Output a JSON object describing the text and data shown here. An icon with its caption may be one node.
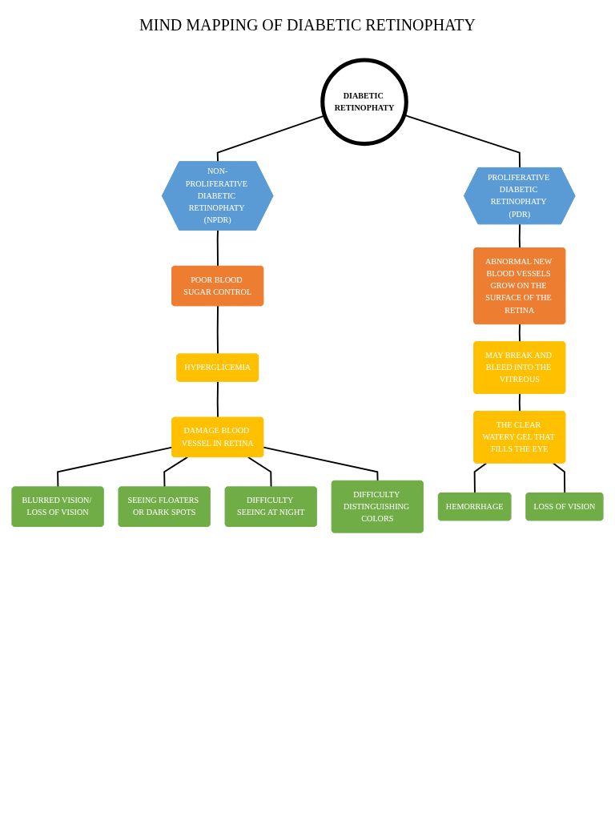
{
  "diagram": {
    "title": "MIND MAPPING OF DIABETIC RETINOPHATY",
    "nodes": [
      {
        "text": [
          "NON-PROLIFERATIVE DIABETIC RETINOPHATY (NPDR)"
        ]
      },
      {
        "text": [
          "DIABETIC RETINOPHATY"
        ]
      },
      {
        "text": [
          "PROLIFERATIVE DIABETIC RETINOPHATY (PDR)"
        ]
      },
      {
        "text": [
          "POOR BLOOD SUGAR CONTROL"
        ]
      },
      {
        "text": [
          "HYPERGLICEMIA"
        ]
      },
      {
        "text": [
          "DAMAGE BLOOD VESSEL IN RETINA"
        ]
      },
      {
        "text": [
          "BLURRED VISION/ LOSS OF VISION"
        ]
      },
      {
        "text": [
          "SEEING FLOATERS OR DARK SPOTS"
        ]
      },
      {
        "text": [
          "DIFFICULTY SEEING AT NIGHT"
        ]
      },
      {
        "text": [
          "DIFFICULTY DISTINGUISHING COLORS"
        ]
      },
      {
        "text": [
          "ABNORMAL NEW BLOOD VESSELS GROW ON THE SURFACE OF THE RETINA"
        ]
      },
      {
        "text": [
          "MAY BREAK AND BLEED INTO THE VITREOUS"
        ]
      },
      {
        "text": [
          "THE CLEAR WATERY GEL THAT FILLS THE EYE"
        ]
      },
      {
        "text": [
          "HEMORRHAGE"
        ]
      },
      {
        "text": [
          "LOSS OF VISION"
        ]
      }
    ],
    "edges": [
      {
        "from": 1,
        "to": 0,
        "arrow": "none"
      },
      {
        "from": 1,
        "to": 2,
        "arrow": "none"
      },
      {
        "from": 0,
        "to": 3,
        "arrow": "none"
      },
      {
        "from": 3,
        "to": 4,
        "arrow": "none"
      },
      {
        "from": 4,
        "to": 5,
        "arrow": "none"
      },
      {
        "from": 5,
        "to": 6,
        "arrow": "none"
      },
      {
        "from": 5,
        "to": 7,
        "arrow": "none"
      },
      {
        "from": 5,
        "to": 8,
        "arrow": "none"
      },
      {
        "from": 5,
        "to": 9,
        "arrow": "none"
      },
      {
        "from": 2,
        "to": 10,
        "arrow": "none"
      },
      {
        "from": 10,
        "to": 11,
        "arrow": "none"
      },
      {
        "from": 11,
        "to": 12,
        "arrow": "none"
      },
      {
        "from": 12,
        "to": 13,
        "arrow": "none"
      },
      {
        "from": 12,
        "to": 14,
        "arrow": "none"
      }
    ]
  }
}
